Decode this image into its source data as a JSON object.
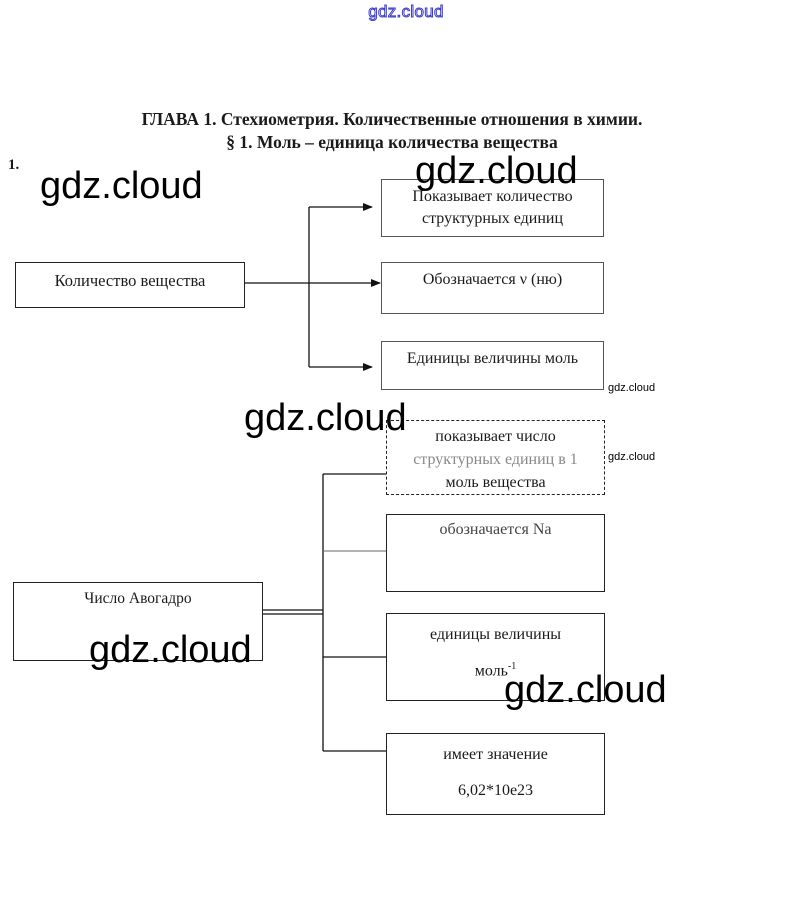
{
  "watermarks": {
    "top": "gdz.cloud",
    "big": [
      "gdz.cloud",
      "gdz.cloud",
      "gdz.cloud",
      "gdz.cloud",
      "gdz.cloud"
    ],
    "small": [
      "gdz.cloud",
      "gdz.cloud"
    ]
  },
  "header": {
    "chapter": "ГЛАВА 1. Стехиометрия. Количественные отношения в химии.",
    "section": "§ 1.  Моль – единица количества вещества"
  },
  "task_number": "1.",
  "diagram1": {
    "root": "Количество вещества",
    "children": [
      {
        "line1": "Показывает количество",
        "line2": "структурных единиц"
      },
      {
        "line1": "Обозначается ν (ню)",
        "line2": ""
      },
      {
        "line1": "Единицы величины моль",
        "line2": ""
      }
    ]
  },
  "diagram2": {
    "root": "Число Авогадро",
    "children": [
      {
        "line1": "показывает число",
        "line2": "структурных единиц в 1",
        "line3": "моль вещества"
      },
      {
        "line1": "обозначается Na"
      },
      {
        "line1": "единицы величины",
        "line2_base": "моль",
        "line2_sup": "-1"
      },
      {
        "line1": "имеет значение",
        "line2": "6,02*10е23"
      }
    ]
  }
}
